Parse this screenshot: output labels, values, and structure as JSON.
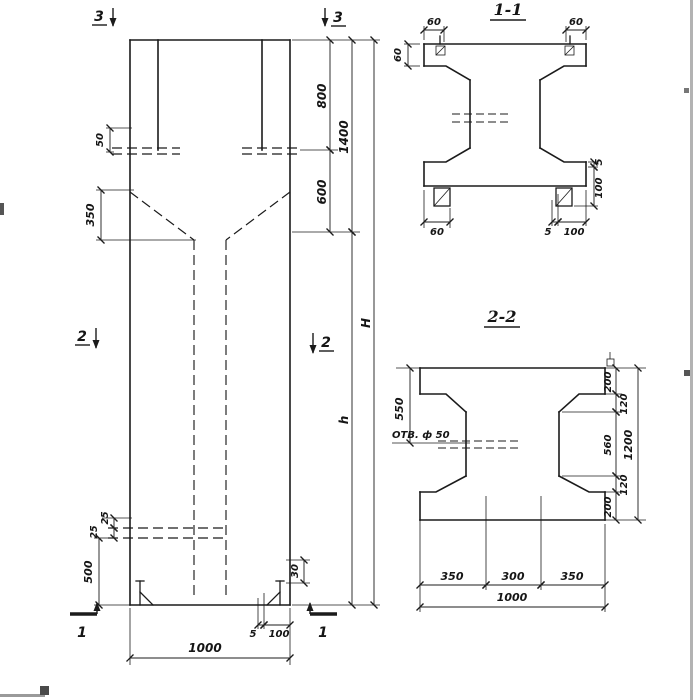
{
  "drawing": {
    "elevation": {
      "marker_top_left": "3",
      "marker_top_right": "3",
      "marker_mid_left": "2",
      "marker_mid_right": "2",
      "marker_bottom_left": "1",
      "marker_bottom_right": "1",
      "dim_50": "50",
      "dim_350": "350",
      "dim_800": "800",
      "dim_1400": "1400",
      "dim_600": "600",
      "dim_H": "H",
      "dim_h": "h",
      "dim_25_upper": "25",
      "dim_25_lower": "25",
      "dim_500": "500",
      "dim_30": "30",
      "dim_5": "5",
      "dim_100": "100",
      "dim_1000": "1000"
    },
    "section_1_1": {
      "title": "1-1",
      "dim_60_top_left": "60",
      "dim_60_top_right": "60",
      "dim_60_left": "60",
      "dim_60_bottom": "60",
      "dim_5_bottom": "5",
      "dim_100_bottom": "100",
      "dim_5_right": "5",
      "dim_100_right": "100"
    },
    "section_2_2": {
      "title": "2-2",
      "dim_550": "550",
      "dim_200_top": "200",
      "dim_120_top": "120",
      "dim_560": "560",
      "dim_120_bottom": "120",
      "dim_200_bottom": "200",
      "dim_1200": "1200",
      "hole_label": "ОТВ. ф 50",
      "dim_350_left": "350",
      "dim_300": "300",
      "dim_350_right": "350",
      "dim_1000": "1000"
    }
  }
}
